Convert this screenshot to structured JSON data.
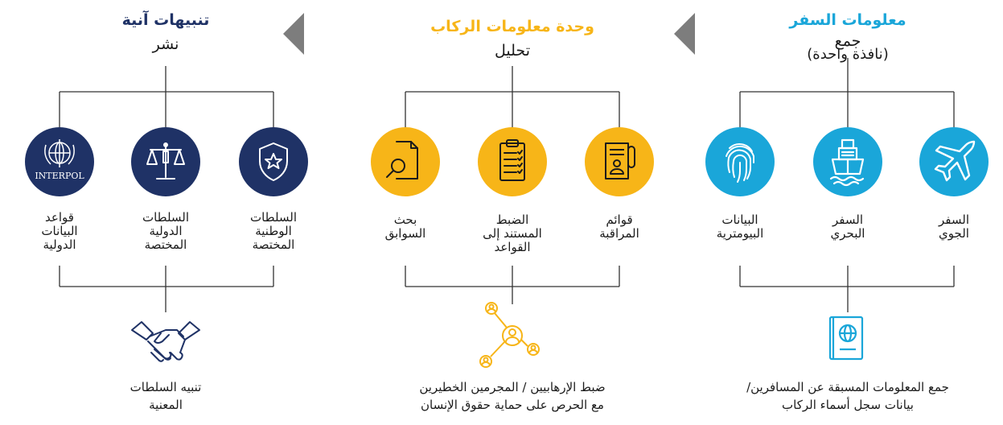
{
  "colors": {
    "blue": "#1aa6d9",
    "gold": "#f7b518",
    "navy": "#1f3266",
    "arrow": "#7d7d7d"
  },
  "sections": {
    "travel": {
      "title": "معلومات السفر",
      "subtitle_line1": "جمع",
      "subtitle_line2": "(نافذة واحدة)",
      "items": [
        {
          "label_l1": "السفر",
          "label_l2": "الجوي",
          "icon": "airplane-icon"
        },
        {
          "label_l1": "السفر",
          "label_l2": "البحري",
          "icon": "ship-icon"
        },
        {
          "label_l1": "البيانات",
          "label_l2": "البيومترية",
          "icon": "fingerprint-icon"
        }
      ],
      "bottom_icon": "passport-icon",
      "bottom_line1": "جمع المعلومات المسبقة عن المسافرين/",
      "bottom_line2": "بيانات سجل أسماء الركاب"
    },
    "pax": {
      "title": "وحدة معلومات الركاب",
      "subtitle": "تحليل",
      "items": [
        {
          "label_l1": "قوائم",
          "label_l2": "المراقبة",
          "label_l3": "",
          "icon": "watchlist-document-icon"
        },
        {
          "label_l1": "الضبط",
          "label_l2": "المستند إلى",
          "label_l3": "القواعد",
          "icon": "clipboard-checklist-icon"
        },
        {
          "label_l1": "بحث",
          "label_l2": "السوابق",
          "label_l3": "",
          "icon": "document-search-icon"
        }
      ],
      "bottom_icon": "network-people-icon",
      "bottom_line1": "ضبط الإرهابيين / المجرمين الخطيرين",
      "bottom_line2": "مع الحرص على حماية حقوق الإنسان"
    },
    "alerts": {
      "title": "تنبيهات آنية",
      "subtitle": "نشر",
      "items": [
        {
          "label_l1": "السلطات",
          "label_l2": "الوطنية",
          "label_l3": "المختصة",
          "icon": "shield-star-icon"
        },
        {
          "label_l1": "السلطات",
          "label_l2": "الدولية",
          "label_l3": "المختصة",
          "icon": "scales-icon"
        },
        {
          "label_l1": "قواعد",
          "label_l2": "البيانات",
          "label_l3": "الدولية",
          "icon": "interpol-logo-icon",
          "logo_text": "INTERPOL"
        }
      ],
      "bottom_icon": "handshake-icon",
      "bottom_line1": "تنبيه السلطات",
      "bottom_line2": "المعنية"
    }
  }
}
